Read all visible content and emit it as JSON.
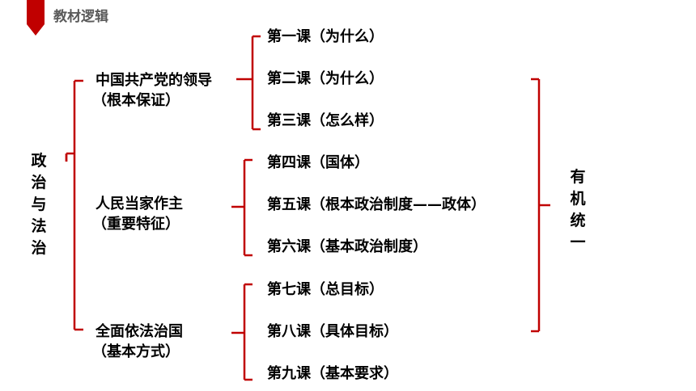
{
  "header": {
    "title": "教材逻辑",
    "accent_color": "#c00000"
  },
  "root": {
    "label": "政治与法治"
  },
  "right": {
    "label": "有机统一"
  },
  "branches": [
    {
      "title": "中国共产党的领导",
      "sub": "（根本保证）",
      "lessons": [
        "第一课（为什么）",
        "第二课（为什么）",
        "第三课（怎么样）"
      ]
    },
    {
      "title": "人民当家作主",
      "sub": "（重要特征）",
      "lessons": [
        "第四课（国体）",
        "第五课（根本政治制度——政体）",
        "第六课（基本政治制度）"
      ]
    },
    {
      "title": "全面依法治国",
      "sub": "（基本方式）",
      "lessons": [
        "第七课（总目标）",
        "第八课（具体目标）",
        "第九课（基本要求）"
      ]
    }
  ],
  "line_color": "#c00000"
}
